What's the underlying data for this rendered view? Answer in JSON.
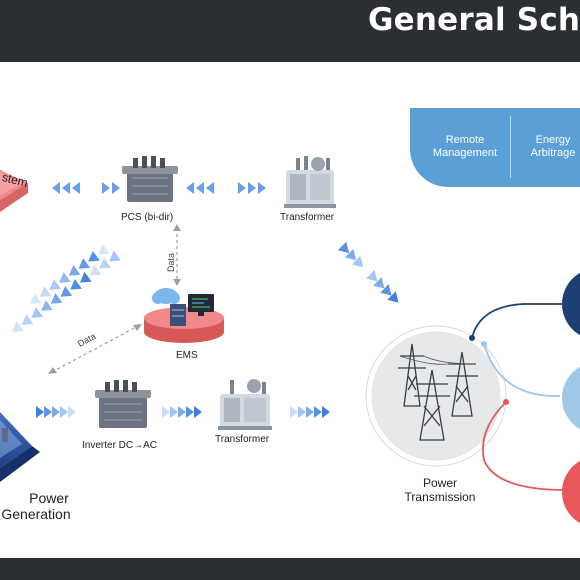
{
  "header": {
    "title": "General Sche"
  },
  "diagram": {
    "storage_label": "stem",
    "pcs_label": "PCS (bi-dir)",
    "transformer_top_label": "Transformer",
    "data_label_vertical": "Data",
    "data_label_diagonal": "Data",
    "ems_label": "EMS",
    "inverter_label": "Inverter DC→AC",
    "transformer_bottom_label": "Transformer",
    "power_generation_line1": "Power",
    "power_generation_line2": "Generation",
    "power_transmission_line1": "Power",
    "power_transmission_line2": "Transmission",
    "services": [
      {
        "line1": "Remote",
        "line2": "Management"
      },
      {
        "line1": "Energy",
        "line2": "Arbitrage"
      }
    ],
    "colors": {
      "navy": "#1d3f74",
      "light_blue": "#9ec8e8",
      "red": "#e8585a",
      "arrow_blue": "#4f8fe0",
      "pill_blue": "#5a9fd6",
      "salmon": "#f08a8a"
    }
  }
}
